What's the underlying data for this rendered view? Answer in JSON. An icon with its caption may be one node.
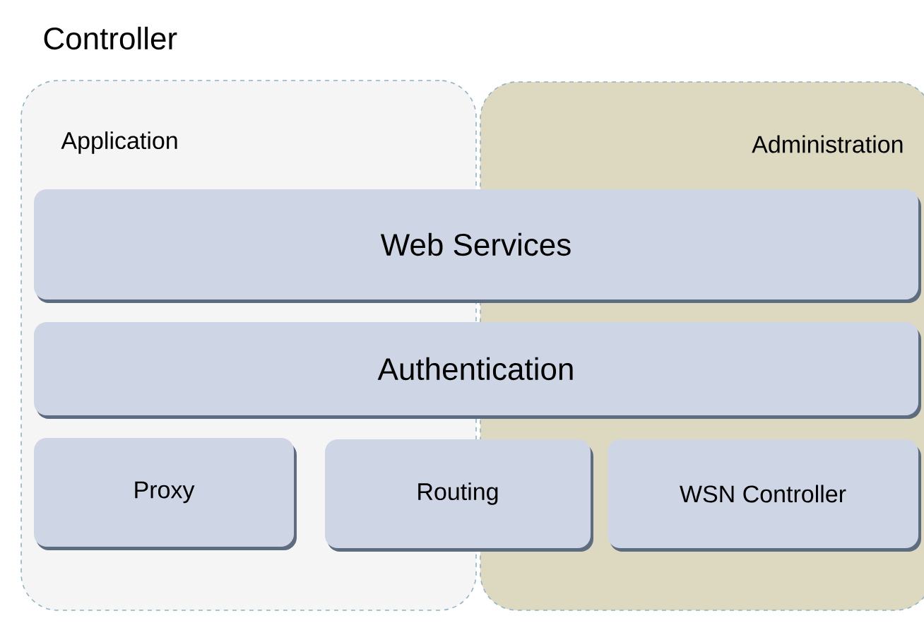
{
  "diagram": {
    "title": "Controller",
    "nodes": [
      {
        "text": [
          "Application"
        ]
      },
      {
        "text": [
          "Administration"
        ]
      },
      {
        "text": [
          "Web Services"
        ]
      },
      {
        "text": [
          "Authentication"
        ]
      },
      {
        "text": [
          "Proxy"
        ],
        "in": 0
      },
      {
        "text": [
          "Routing"
        ]
      },
      {
        "text": [
          "WSN Controller"
        ],
        "in": 1
      }
    ]
  }
}
